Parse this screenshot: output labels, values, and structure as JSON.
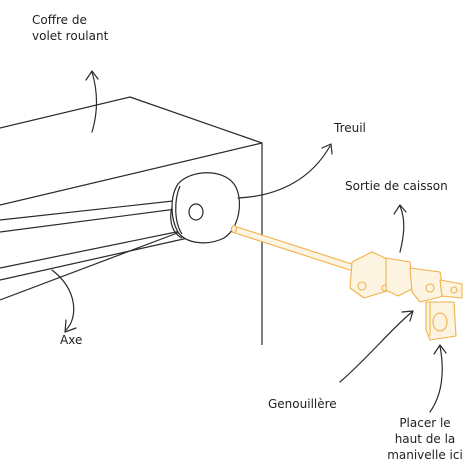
{
  "labels": {
    "coffre": [
      "Coffre de",
      "volet roulant"
    ],
    "treuil": "Treuil",
    "sortie": "Sortie de caisson",
    "axe": "Axe",
    "genouillere": "Genouillère",
    "placer": [
      "Placer le",
      "haut de la",
      "manivelle ici"
    ]
  },
  "colors": {
    "line": "#2a2a2a",
    "highlight": "#f0b24a",
    "highlight_fill": "#fdf3e1"
  }
}
